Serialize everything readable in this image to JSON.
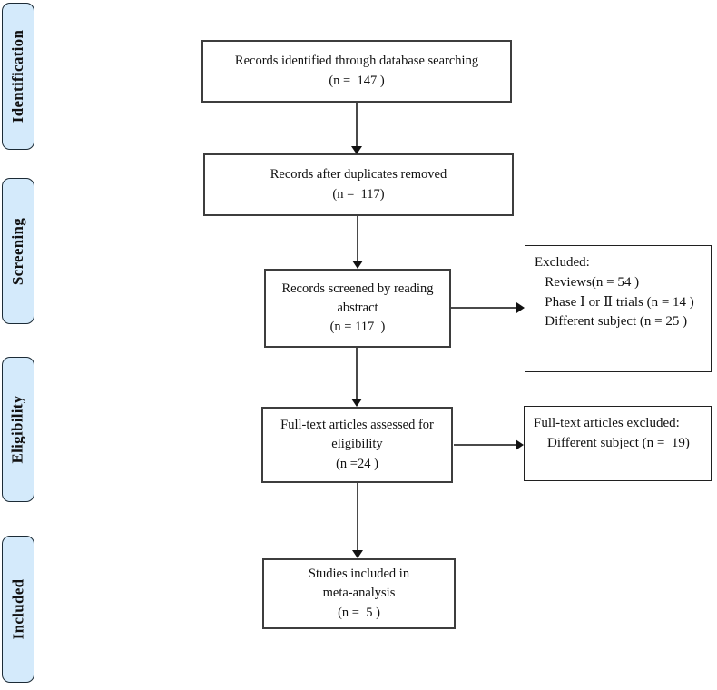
{
  "diagram": {
    "stages": [
      {
        "label": "Identification"
      },
      {
        "label": "Screening"
      },
      {
        "label": "Eligibility"
      },
      {
        "label": "Included"
      }
    ],
    "boxes": {
      "identified": "Records identified through database searching\n(n =  147 )",
      "deduplicated": "Records after duplicates removed\n(n =  117)",
      "screened": "Records screened by reading\nabstract\n(n = 117  )",
      "fulltext": "Full-text articles assessed for\neligibility\n(n =24 )",
      "included": "Studies included in\nmeta-analysis\n(n =  5 )",
      "excluded_screening": "Excluded:\n   Reviews(n = 54 )\n   Phase Ⅰ or Ⅱ trials (n = 14 )\n   Different subject (n = 25 )",
      "excluded_fulltext": "Full-text articles excluded:\n    Different subject (n =  19)"
    },
    "counts": {
      "identified": 147,
      "after_duplicates": 117,
      "screened": 117,
      "excluded_reviews": 54,
      "excluded_phase_1_or_2_trials": 14,
      "excluded_different_subject": 25,
      "fulltext_assessed": 24,
      "fulltext_excluded_different_subject": 19,
      "included_meta_analysis": 5
    },
    "colors": {
      "stage_fill": "#d4eafb",
      "stage_border": "#1c2b36",
      "box_border": "#3d3d3d",
      "arrow_line": "#4a4a4a",
      "arrow_head": "#111111",
      "background": "#ffffff",
      "text": "#111111"
    }
  }
}
